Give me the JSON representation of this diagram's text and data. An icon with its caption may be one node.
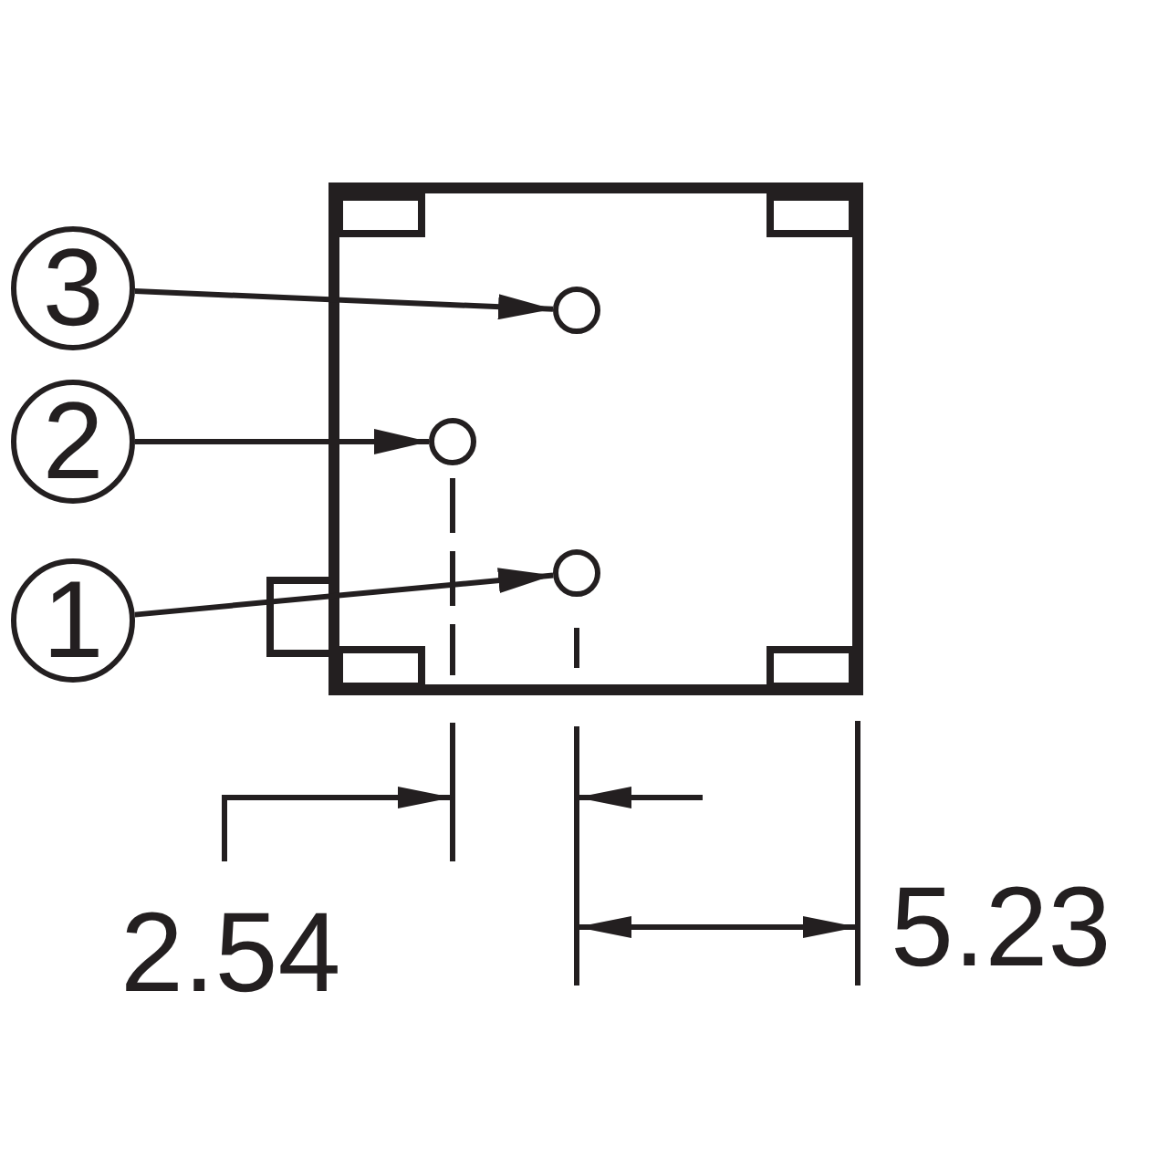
{
  "diagram": {
    "nodes": [
      {
        "text": [
          "3"
        ]
      },
      {
        "text": [
          "2"
        ]
      },
      {
        "text": [
          "1"
        ]
      },
      {
        "text": [],
        "shape": "circle"
      },
      {
        "text": [],
        "shape": "circle"
      },
      {
        "text": [],
        "shape": "circle"
      }
    ],
    "edges": [
      {
        "from": 0,
        "to": 3,
        "arrow": "to"
      },
      {
        "from": 1,
        "to": 4,
        "arrow": "to"
      },
      {
        "from": 2,
        "to": 5,
        "arrow": "to"
      }
    ],
    "labels": [
      "2.54",
      "5.23"
    ]
  }
}
